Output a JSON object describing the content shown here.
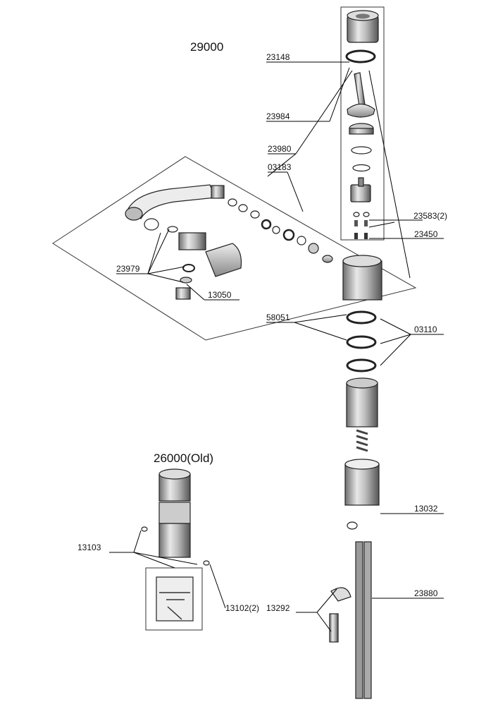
{
  "titles": {
    "main": "29000",
    "old": "26000",
    "old_suffix": "(Old)"
  },
  "labels": {
    "p23148": "23148",
    "p23984": "23984",
    "p23980": "23980",
    "p03183": "03183",
    "p23583": "23583",
    "p23583_qty": "(2)",
    "p23450": "23450",
    "p23979": "23979",
    "p13050": "13050",
    "p58051": "58051",
    "p03110": "03110",
    "p13032": "13032",
    "p13103": "13103",
    "p13102": "13102",
    "p13102_qty": "(2)",
    "p23880": "23880",
    "p13292": "13292"
  }
}
